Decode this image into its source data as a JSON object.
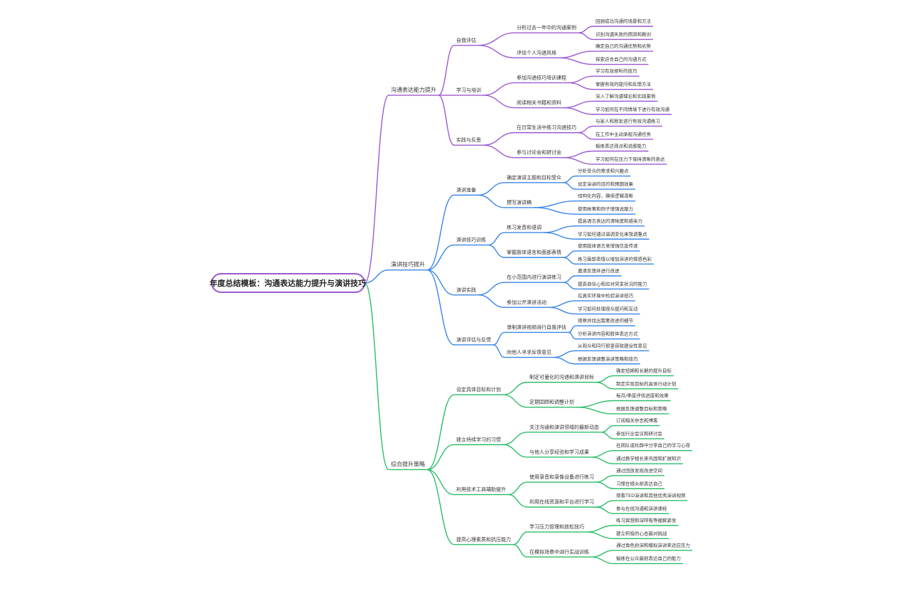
{
  "root": "年度总结模板：沟通表达能力提升与演讲技巧",
  "colors": {
    "purple": "#9b59d0",
    "blue": "#3a86e8",
    "green": "#2ebd6b"
  },
  "branches": [
    {
      "label": "沟通表达能力提升",
      "color": "purple",
      "children": [
        {
          "label": "自我评估",
          "children": [
            {
              "label": "分析过去一年中的沟通案例",
              "children": [
                "回顾成功沟通的场景和方法",
                "识别沟通失败的原因和教训"
              ]
            },
            {
              "label": "评估个人沟通风格",
              "children": [
                "确定自己的沟通优势和劣势",
                "探索适合自己的沟通方式"
              ]
            }
          ]
        },
        {
          "label": "学习与培训",
          "children": [
            {
              "label": "参加沟通技巧培训课程",
              "children": [
                "学习有效倾听的技巧",
                "掌握有效的提问和反馈方法"
              ]
            },
            {
              "label": "阅读相关书籍和资料",
              "children": [
                "深入了解沟通理论和实践案例",
                "学习如何在不同情境下进行有效沟通"
              ]
            }
          ]
        },
        {
          "label": "实践与反思",
          "children": [
            {
              "label": "在日常生活中练习沟通技巧",
              "children": [
                "与家人和朋友进行有效沟通练习",
                "在工作中主动承担沟通任务"
              ]
            },
            {
              "label": "参与讨论会和研讨会",
              "children": [
                "锻炼表达观点和说服能力",
                "学习如何在压力下保持清晰的表达"
              ]
            }
          ]
        }
      ]
    },
    {
      "label": "演讲技巧提升",
      "color": "blue",
      "children": [
        {
          "label": "演讲准备",
          "children": [
            {
              "label": "确定演讲主题和目标受众",
              "children": [
                "分析受众的需求和兴趣点",
                "设定演讲的目的和预期效果"
              ]
            },
            {
              "label": "撰写演讲稿",
              "children": [
                "结构化内容，确保逻辑清晰",
                "使用故事和例子增强说服力"
              ]
            }
          ]
        },
        {
          "label": "演讲技巧训练",
          "children": [
            {
              "label": "练习发音和语调",
              "children": [
                "提高语言表达的清晰度和感染力",
                "学习如何通过语调变化来强调重点"
              ]
            },
            {
              "label": "掌握肢体语言和面部表情",
              "children": [
                "使用肢体语言来增强信息传递",
                "练习面部表情以增加演讲的情感色彩"
              ]
            }
          ]
        },
        {
          "label": "演讲实践",
          "children": [
            {
              "label": "在小范围内进行演讲练习",
              "children": [
                "邀请反馈并进行改进",
                "提高自信心和应对突发状况的能力"
              ]
            },
            {
              "label": "参加公开演讲活动",
              "children": [
                "在真实环境中检验演讲技巧",
                "学习如何处理观众提问和互动"
              ]
            }
          ]
        },
        {
          "label": "演讲评估与反馈",
          "children": [
            {
              "label": "录制演讲视频进行自我评估",
              "children": [
                "观察并找出需要改进的细节",
                "分析演讲内容和肢体表达方式"
              ]
            },
            {
              "label": "向他人寻求反馈意见",
              "children": [
                "从观众和同行那里获取建设性意见",
                "根据反馈调整演讲策略和技巧"
              ]
            }
          ]
        }
      ]
    },
    {
      "label": "综合提升策略",
      "color": "green",
      "children": [
        {
          "label": "设定具体目标和计划",
          "children": [
            {
              "label": "制定可量化的沟通和演讲目标",
              "children": [
                "确定短期和长期的提升目标",
                "制定实现目标的具体行动计划"
              ]
            },
            {
              "label": "定期回顾和调整计划",
              "children": [
                "每月/季度评估进度和效果",
                "根据反馈调整目标和策略"
              ]
            }
          ]
        },
        {
          "label": "建立持续学习的习惯",
          "children": [
            {
              "label": "关注沟通和演讲领域的最新动态",
              "children": [
                "订阅相关杂志和博客",
                "参加行业会议和研讨会"
              ]
            },
            {
              "label": "与他人分享经验和学习成果",
              "children": [
                "在团队或社群中分享自己的学习心得",
                "通过教学相长来巩固和扩展知识"
              ]
            }
          ]
        },
        {
          "label": "利用技术工具辅助提升",
          "children": [
            {
              "label": "使用录音和录像设备进行练习",
              "children": [
                "通过回放发现改进空间",
                "习惯在镜头前表达自己"
              ]
            },
            {
              "label": "利用在线资源和平台进行学习",
              "children": [
                "观看TED演讲和其他优秀演讲视频",
                "参与在线沟通和演讲课程"
              ]
            }
          ]
        },
        {
          "label": "提高心理素质和抗压能力",
          "children": [
            {
              "label": "学习压力管理和放松技巧",
              "children": [
                "练习冥想和深呼吸等缓解紧张",
                "建立积极的心态面对挑战"
              ]
            },
            {
              "label": "在模拟场景中进行实战训练",
              "children": [
                "通过角色扮演和模拟演讲来适应压力",
                "锻炼在公众面前表达自己的能力"
              ]
            }
          ]
        }
      ]
    }
  ]
}
